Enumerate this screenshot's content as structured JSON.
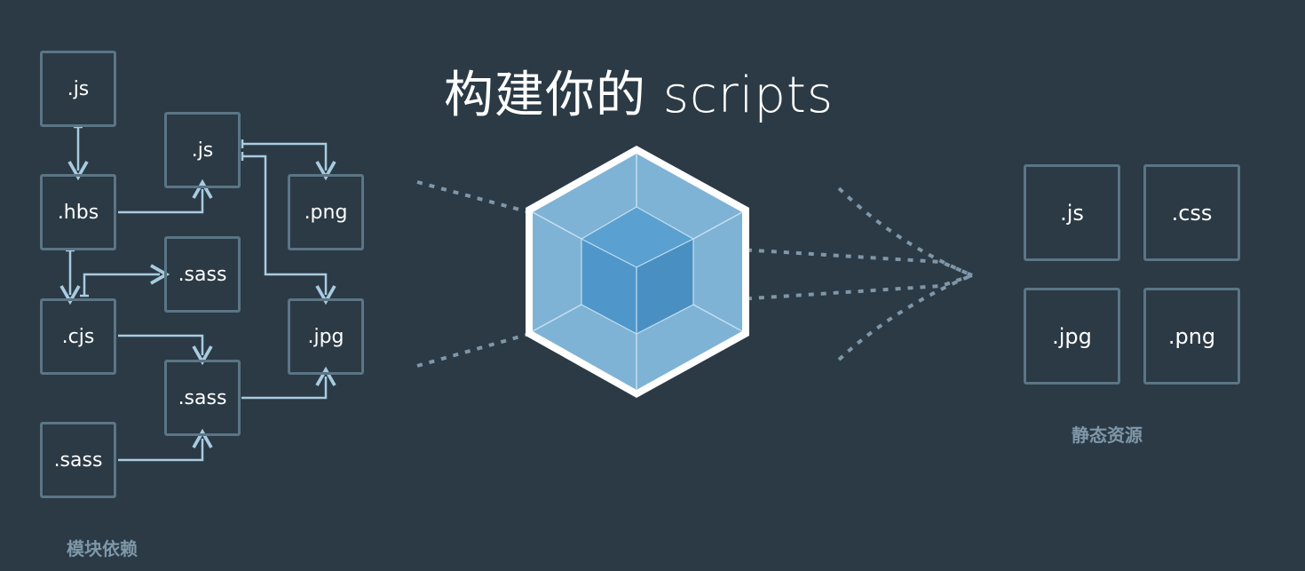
{
  "title": "构建你的 scripts",
  "captions": {
    "dependencies": "模块依赖",
    "assets": "静态资源"
  },
  "modules": [
    {
      "id": "m1",
      "label": ".js"
    },
    {
      "id": "m2",
      "label": ".hbs"
    },
    {
      "id": "m3",
      "label": ".cjs"
    },
    {
      "id": "m4",
      "label": ".sass"
    },
    {
      "id": "m5",
      "label": ".js"
    },
    {
      "id": "m6",
      "label": ".sass"
    },
    {
      "id": "m7",
      "label": ".sass"
    },
    {
      "id": "m8",
      "label": ".png"
    },
    {
      "id": "m9",
      "label": ".jpg"
    }
  ],
  "assets": [
    {
      "id": "a1",
      "label": ".js"
    },
    {
      "id": "a2",
      "label": ".css"
    },
    {
      "id": "a3",
      "label": ".jpg"
    },
    {
      "id": "a4",
      "label": ".png"
    }
  ],
  "colors": {
    "background": "#2b3a45",
    "box_border": "#5b7585",
    "arrow": "#a9cbe0",
    "cube_outer": "#7fb3d5",
    "cube_inner": "#4f97cb"
  }
}
